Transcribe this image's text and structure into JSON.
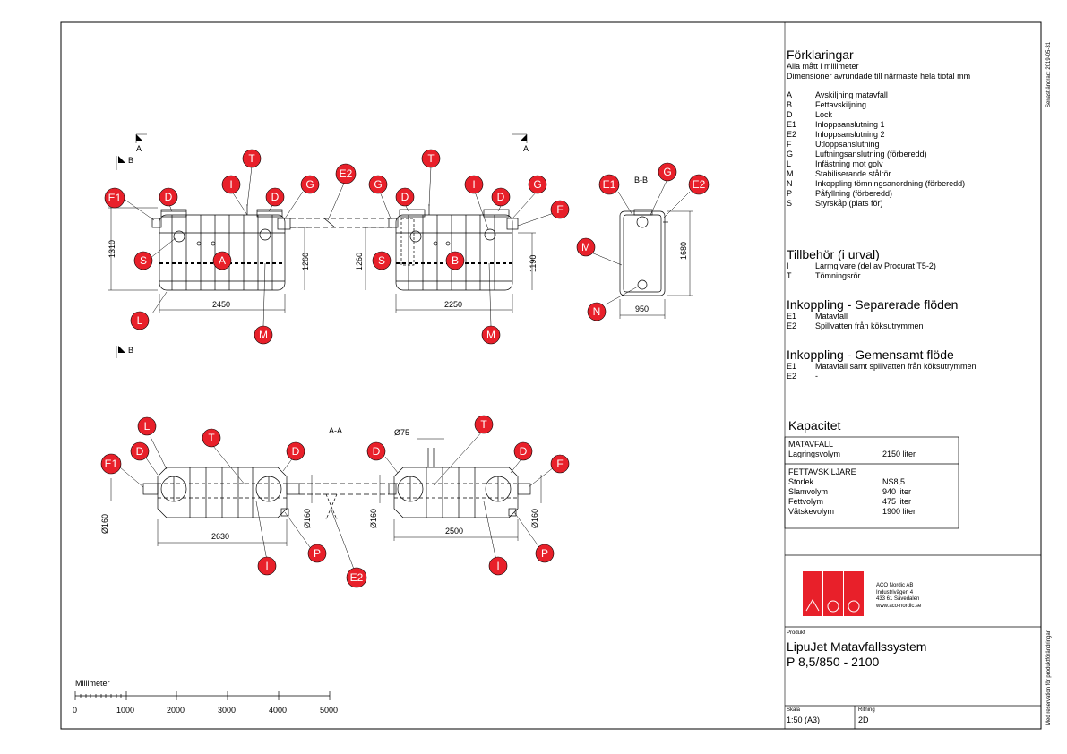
{
  "sheet": {
    "side_top": "Senast ändrad: 2019-05-31",
    "side_bottom": "Med reservation för produktförändringar"
  },
  "legend": {
    "title": "Förklaringar",
    "lines": [
      "Alla mått i millimeter",
      "Dimensioner avrundade till närmaste hela tiotal mm"
    ],
    "items": [
      {
        "key": "A",
        "text": "Avskiljning matavfall"
      },
      {
        "key": "B",
        "text": "Fettavskiljning"
      },
      {
        "key": "D",
        "text": "Lock"
      },
      {
        "key": "E1",
        "text": "Inloppsanslutning 1"
      },
      {
        "key": "E2",
        "text": "Inloppsanslutning 2"
      },
      {
        "key": "F",
        "text": "Utloppsanslutning"
      },
      {
        "key": "G",
        "text": "Luftningsanslutning (förberedd)"
      },
      {
        "key": "L",
        "text": "Infästning mot golv"
      },
      {
        "key": "M",
        "text": "Stabiliserande stålrör"
      },
      {
        "key": "N",
        "text": "Inkoppling tömningsanordning (förberedd)"
      },
      {
        "key": "P",
        "text": "Påfyllning (förberedd)"
      },
      {
        "key": "S",
        "text": "Styrskåp (plats för)"
      }
    ]
  },
  "accessories": {
    "title": "Tillbehör (i urval)",
    "items": [
      {
        "key": "I",
        "text": "Larmgivare (del av Procurat T5-2)"
      },
      {
        "key": "T",
        "text": "Tömningsrör"
      }
    ]
  },
  "separate": {
    "title": "Inkoppling - Separerade flöden",
    "items": [
      {
        "key": "E1",
        "text": "Matavfall"
      },
      {
        "key": "E2",
        "text": "Spillvatten från köksutrymmen"
      }
    ]
  },
  "common": {
    "title": "Inkoppling - Gemensamt flöde",
    "items": [
      {
        "key": "E1",
        "text": "Matavfall samt spillvatten från köksutrymmen"
      },
      {
        "key": "E2",
        "text": "-"
      }
    ]
  },
  "capacity": {
    "title": "Kapacitet",
    "group1": "MATAVFALL",
    "rows1": [
      {
        "k": "Lagringsvolym",
        "v": "2150 liter"
      }
    ],
    "group2": "FETTAVSKILJARE",
    "rows2": [
      {
        "k": "Storlek",
        "v": "NS8,5"
      },
      {
        "k": "Slamvolym",
        "v": "940 liter"
      },
      {
        "k": "Fettvolym",
        "v": "475 liter"
      },
      {
        "k": "Vätskevolym",
        "v": "1900 liter"
      }
    ]
  },
  "company": {
    "logo_text": "ACO",
    "lines": [
      "ACO Nordic AB",
      "Industrivägen 4",
      "433 61  Sävedalen",
      "www.aco-nordic.se"
    ]
  },
  "product": {
    "label": "Produkt",
    "line1": "LipuJet Matavfallssystem",
    "line2": "P 8,5/850 - 2100"
  },
  "scale": {
    "label": "Skala",
    "value": "1:50 (A3)"
  },
  "drawing": {
    "label": "Ritning",
    "value": "2D"
  },
  "scalebar": {
    "title": "Millimeter",
    "ticks": [
      "0",
      "1000",
      "2000",
      "3000",
      "4000",
      "5000"
    ]
  },
  "views": {
    "section_aa": "A-A",
    "section_bb": "B-B",
    "sec_a": "A",
    "sec_b": "B"
  },
  "dimensions": {
    "d2450": "2450",
    "d2250": "2250",
    "d950": "950",
    "d1310": "1310",
    "d1260a": "1260",
    "d1260b": "1260",
    "d1190": "1190",
    "d1680": "1680",
    "d2630": "2630",
    "d2500": "2500",
    "d75": "Ø75",
    "d160a": "Ø160",
    "d160b": "Ø160",
    "d160c": "Ø160",
    "d160d": "Ø160"
  },
  "callouts": [
    {
      "id": "c-e1-1",
      "label": "E1"
    },
    {
      "id": "c-d-1",
      "label": "D"
    },
    {
      "id": "c-i-1",
      "label": "I"
    },
    {
      "id": "c-t-1",
      "label": "T"
    },
    {
      "id": "c-d-2",
      "label": "D"
    },
    {
      "id": "c-g-1",
      "label": "G"
    },
    {
      "id": "c-e2-1",
      "label": "E2"
    },
    {
      "id": "c-g-2",
      "label": "G"
    },
    {
      "id": "c-d-3",
      "label": "D"
    },
    {
      "id": "c-t-2",
      "label": "T"
    },
    {
      "id": "c-i-2",
      "label": "I"
    },
    {
      "id": "c-d-4",
      "label": "D"
    },
    {
      "id": "c-g-3",
      "label": "G"
    },
    {
      "id": "c-f-1",
      "label": "F"
    },
    {
      "id": "c-s-1",
      "label": "S"
    },
    {
      "id": "c-a-1",
      "label": "A"
    },
    {
      "id": "c-s-2",
      "label": "S"
    },
    {
      "id": "c-b-1",
      "label": "B"
    },
    {
      "id": "c-l-1",
      "label": "L"
    },
    {
      "id": "c-m-1",
      "label": "M"
    },
    {
      "id": "c-m-2",
      "label": "M"
    },
    {
      "id": "c-e1-2",
      "label": "E1"
    },
    {
      "id": "c-g-4",
      "label": "G"
    },
    {
      "id": "c-e2-2",
      "label": "E2"
    },
    {
      "id": "c-m-3",
      "label": "M"
    },
    {
      "id": "c-n-1",
      "label": "N"
    },
    {
      "id": "c-l-2",
      "label": "L"
    },
    {
      "id": "c-d-5",
      "label": "D"
    },
    {
      "id": "c-t-3",
      "label": "T"
    },
    {
      "id": "c-d-6",
      "label": "D"
    },
    {
      "id": "c-e1-3",
      "label": "E1"
    },
    {
      "id": "c-d-7",
      "label": "D"
    },
    {
      "id": "c-t-4",
      "label": "T"
    },
    {
      "id": "c-d-8",
      "label": "D"
    },
    {
      "id": "c-f-2",
      "label": "F"
    },
    {
      "id": "c-i-3",
      "label": "I"
    },
    {
      "id": "c-p-1",
      "label": "P"
    },
    {
      "id": "c-e2-3",
      "label": "E2"
    },
    {
      "id": "c-i-4",
      "label": "I"
    },
    {
      "id": "c-p-2",
      "label": "P"
    }
  ],
  "colors": {
    "callout": "#e8202a",
    "logo": "#e8202a"
  }
}
